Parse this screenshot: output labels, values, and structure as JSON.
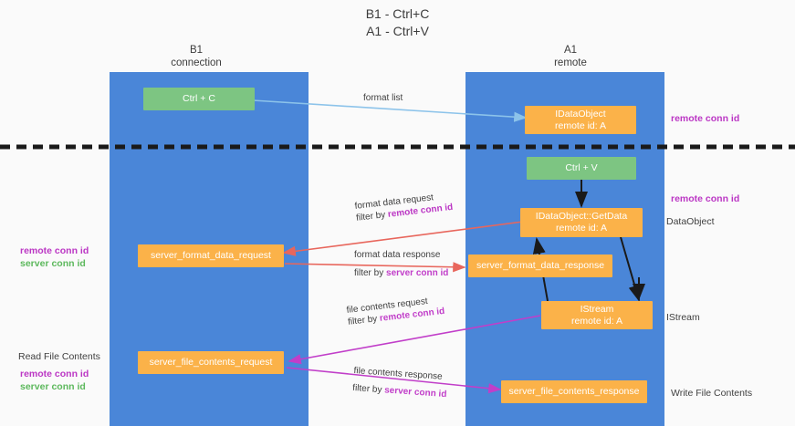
{
  "title": {
    "line1": "B1 - Ctrl+C",
    "line2": "A1 - Ctrl+V"
  },
  "columns": [
    {
      "name": "B1",
      "sub": "connection"
    },
    {
      "name": "A1",
      "sub": "remote"
    }
  ],
  "colors": {
    "lane": "#4a86d8",
    "green_node": "#7dc582",
    "orange_node": "#fbb249",
    "purple_text": "#bb36c4",
    "green_text": "#5cb85c",
    "red_arrow": "#e8665c",
    "magenta_arrow": "#c13ec9",
    "blue_arrow": "#8cc3ea",
    "black_arrow": "#1a1a1a",
    "divider": "#1a1a1a",
    "background": "#fafafa"
  },
  "nodes": {
    "ctrl_c": {
      "label": "Ctrl + C"
    },
    "idataobject": {
      "line1": "IDataObject",
      "line2": "remote id: A"
    },
    "ctrl_v": {
      "label": "Ctrl + V"
    },
    "getdata": {
      "line1": "IDataObject::GetData",
      "line2": "remote id: A"
    },
    "server_format_data_request": {
      "label": "server_format_data_request"
    },
    "server_format_data_response": {
      "label": "server_format_data_response"
    },
    "istream": {
      "line1": "IStream",
      "line2": "remote id: A"
    },
    "server_file_contents_request": {
      "label": "server_file_contents_request"
    },
    "server_file_contents_response": {
      "label": "server_file_contents_response"
    }
  },
  "edges": {
    "format_list": "format list",
    "format_data_request": "format data request",
    "format_data_request_filter_prefix": "filter by ",
    "format_data_request_filter_value": "remote conn id",
    "format_data_response": "format data response",
    "format_data_response_filter_prefix": "filter by ",
    "format_data_response_filter_value": "server conn id",
    "file_contents_request": "file contents request",
    "file_contents_request_filter_prefix": "filter by ",
    "file_contents_request_filter_value": "remote conn id",
    "file_contents_response": "file contents response",
    "file_contents_response_filter_prefix": "filter by ",
    "file_contents_response_filter_value": "server conn id"
  },
  "annotations": {
    "right_remote_conn_id_top": "remote conn id",
    "right_remote_conn_id_mid": "remote conn id",
    "right_dataobject": "DataObject",
    "right_istream": "IStream",
    "right_write_file_contents": "Write File Contents",
    "left_remote_conn_id": "remote conn id",
    "left_server_conn_id": "server conn id",
    "left_read_file_contents": "Read File Contents",
    "left_remote_conn_id_2": "remote conn id",
    "left_server_conn_id_2": "server conn id"
  }
}
